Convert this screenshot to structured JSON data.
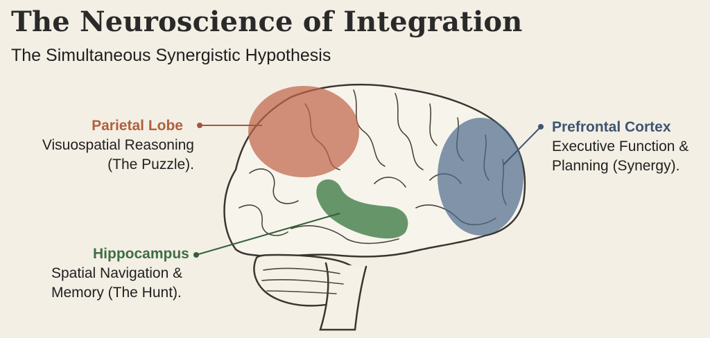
{
  "title": "The Neuroscience of Integration",
  "subtitle": "The Simultaneous Synergistic Hypothesis",
  "regions": {
    "parietal": {
      "name": "Parietal Lobe",
      "line1": "Visuospatial Reasoning",
      "line2": "(The Puzzle).",
      "color": "#c0654a"
    },
    "prefrontal": {
      "name": "Prefrontal Cortex",
      "line1": "Executive Function &",
      "line2": "Planning (Synergy).",
      "color": "#4d6a8c"
    },
    "hippocampus": {
      "name": "Hippocampus",
      "line1": "Spatial Navigation &",
      "line2": "Memory (The Hunt).",
      "color": "#3f7a45"
    }
  },
  "colors": {
    "background": "#f3efe4",
    "title": "#2a2a2a",
    "brain_outline": "#3a3530"
  }
}
